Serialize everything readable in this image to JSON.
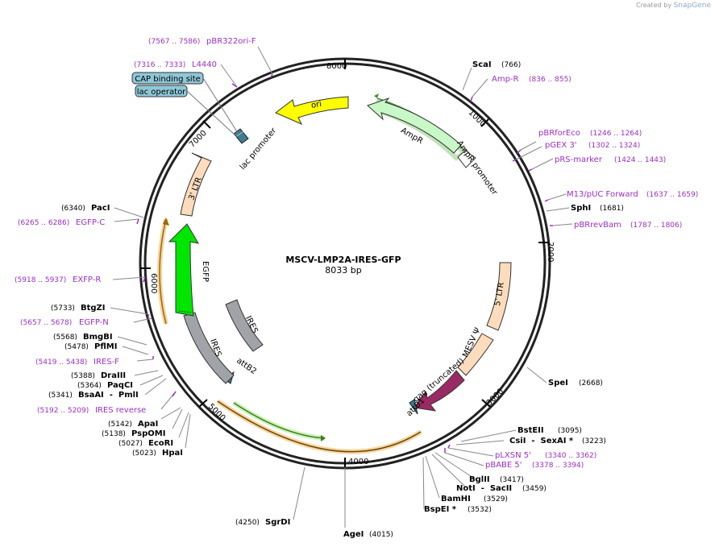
{
  "watermark": {
    "created_by": "Created by",
    "brand": "SnapGene"
  },
  "plasmid": {
    "name": "MSCV-LMP2A-IRES-GFP",
    "size_label": "8033 bp",
    "length": 8033
  },
  "colors": {
    "primer": "#9b2fc7",
    "enzyme": "#000000",
    "ori": "#ffff00",
    "ampr": "#c8f7c8",
    "ltr": "#fcdcbc",
    "egfp": "#00e600",
    "ires": "#a0a4a8",
    "lmp2a": "#9a2a63",
    "att": "#2f7f93",
    "box": "#8ec8d8"
  },
  "ticks": [
    "1000",
    "2000",
    "3000",
    "4000",
    "5000",
    "6000",
    "7000",
    "8000"
  ],
  "features": [
    {
      "name": "ori",
      "type": "ori"
    },
    {
      "name": "AmpR",
      "type": "ampr"
    },
    {
      "name": "AmpR promoter",
      "type": "promoter"
    },
    {
      "name": "lac promoter",
      "type": "promoter"
    },
    {
      "name": "3' LTR",
      "type": "ltr"
    },
    {
      "name": "5' LTR",
      "type": "ltr"
    },
    {
      "name": "EGFP",
      "type": "egfp"
    },
    {
      "name": "IRES",
      "type": "ires"
    },
    {
      "name": "IRES",
      "type": "ires"
    },
    {
      "name": "MESV Ψ",
      "type": "misc"
    },
    {
      "name": "gag (truncated)",
      "type": "misc"
    },
    {
      "name": "attB1",
      "type": "att"
    },
    {
      "name": "attB2",
      "type": "att"
    }
  ],
  "boxes": [
    {
      "name": "CAP binding site"
    },
    {
      "name": "lac operator"
    }
  ],
  "enzymes": [
    {
      "name": "ScaI",
      "pos": "(766)"
    },
    {
      "name": "SphI",
      "pos": "(1681)"
    },
    {
      "name": "SpeI",
      "pos": "(2668)"
    },
    {
      "name": "BstEII",
      "pos": "(3095)"
    },
    {
      "name": "CsiI  -  SexAI *",
      "pos": "(3223)"
    },
    {
      "name": "BglII",
      "pos": "(3417)"
    },
    {
      "name": "NotI  -  SacII",
      "pos": "(3459)"
    },
    {
      "name": "BamHI",
      "pos": "(3529)"
    },
    {
      "name": "BspEI *",
      "pos": "(3532)"
    },
    {
      "name": "AgeI",
      "pos": "(4015)"
    },
    {
      "name": "SgrDI",
      "pos": "(4250)"
    },
    {
      "name": "HpaI",
      "pos": "(5023)"
    },
    {
      "name": "EcoRI",
      "pos": "(5027)"
    },
    {
      "name": "PspOMI",
      "pos": "(5138)"
    },
    {
      "name": "ApaI",
      "pos": "(5142)"
    },
    {
      "name": "BsaAI  -  PmlI",
      "pos": "(5341)"
    },
    {
      "name": "PaqCI",
      "pos": "(5364)"
    },
    {
      "name": "DraIII",
      "pos": "(5388)"
    },
    {
      "name": "PflMI",
      "pos": "(5478)"
    },
    {
      "name": "BmgBI",
      "pos": "(5568)"
    },
    {
      "name": "BtgZI",
      "pos": "(5733)"
    },
    {
      "name": "PacI",
      "pos": "(6340)"
    }
  ],
  "primers": [
    {
      "name": "Amp-R",
      "pos": "(836 .. 855)"
    },
    {
      "name": "pBRforEco",
      "pos": "(1246 .. 1264)"
    },
    {
      "name": "pGEX 3'",
      "pos": "(1302 .. 1324)"
    },
    {
      "name": "pRS-marker",
      "pos": "(1424 .. 1443)"
    },
    {
      "name": "M13/pUC Forward",
      "pos": "(1637 .. 1659)"
    },
    {
      "name": "pBRrevBam",
      "pos": "(1787 .. 1806)"
    },
    {
      "name": "pLXSN 5'",
      "pos": "(3340 .. 3362)"
    },
    {
      "name": "pBABE 5'",
      "pos": "(3378 .. 3394)"
    },
    {
      "name": "IRES reverse",
      "pos": "(5192 .. 5209)"
    },
    {
      "name": "IRES-F",
      "pos": "(5419 .. 5438)"
    },
    {
      "name": "EGFP-N",
      "pos": "(5657 .. 5678)"
    },
    {
      "name": "EXFP-R",
      "pos": "(5918 .. 5937)"
    },
    {
      "name": "EGFP-C",
      "pos": "(6265 .. 6286)"
    },
    {
      "name": "L4440",
      "pos": "(7316 .. 7333)"
    },
    {
      "name": "pBR322ori-F",
      "pos": "(7567 .. 7586)"
    }
  ]
}
